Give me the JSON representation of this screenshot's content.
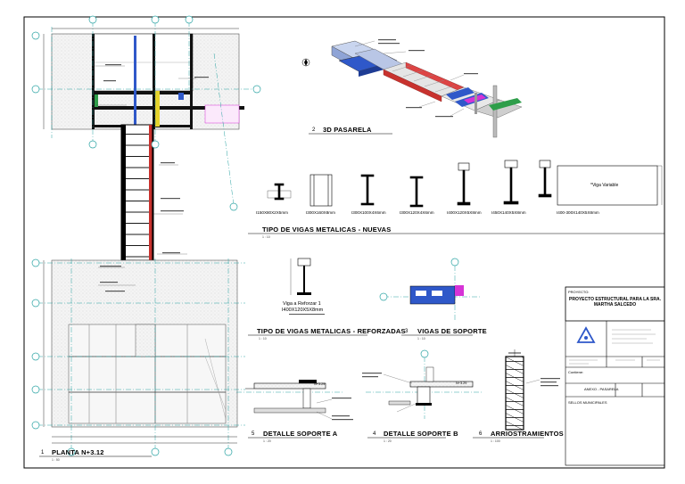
{
  "views": [
    {
      "number": "1",
      "title": "PLANTA N+3.12",
      "scale": "1 : 50"
    },
    {
      "number": "2",
      "title": "3D PASARELA",
      "scale": ""
    },
    {
      "number": "",
      "title": "TIPO DE VIGAS METALICAS - NUEVAS",
      "scale": "1 : 10"
    },
    {
      "number": "",
      "title": "TIPO DE VIGAS METALICAS - REFORZADAS",
      "scale": "1 : 10"
    },
    {
      "number": "3",
      "title": "VIGAS DE SOPORTE",
      "scale": "1 : 10"
    },
    {
      "number": "5",
      "title": "DETALLE SOPORTE A",
      "scale": "1 : 20"
    },
    {
      "number": "4",
      "title": "DETALLE SOPORTE B",
      "scale": "1 : 20"
    },
    {
      "number": "6",
      "title": "ARRIOSTRAMIENTOS",
      "scale": "1 : 100"
    }
  ],
  "beam_sections": [
    "I150X80X2X5mm",
    "I300X160X8mm",
    "I300X100X4X6mm",
    "I300X120X4X6mm",
    "I400X120X5X8mm",
    "I450X140X5X8mm",
    "I400-300X140X5X8mm"
  ],
  "variable_beam_note": "*Viga Variable",
  "reinforced_beam": {
    "line1": "Viga a Reforzar 1",
    "line2": "I400X120X5X8mm"
  },
  "level_marks": {
    "a": "N+3.29",
    "b": "N+3.29"
  },
  "title_block": {
    "project_label": "PROYECTO:",
    "project_name": "PROYECTO ESTRUCTURAL PARA LA SRA. MARTHA SALCEDO",
    "content_label": "Contiene:",
    "content_value": "ANEXO - PASARELA",
    "stamp_label": "SELLOS MUNICIPALES"
  },
  "accent_colors": {
    "blue": "#2f58c9",
    "red": "#c8322e",
    "green": "#2e9e4a",
    "cyan": "#2aa3a3",
    "magenta": "#d633d6"
  },
  "icons": [
    "grid-bubble-icon",
    "company-logo-icon",
    "compass-icon"
  ]
}
